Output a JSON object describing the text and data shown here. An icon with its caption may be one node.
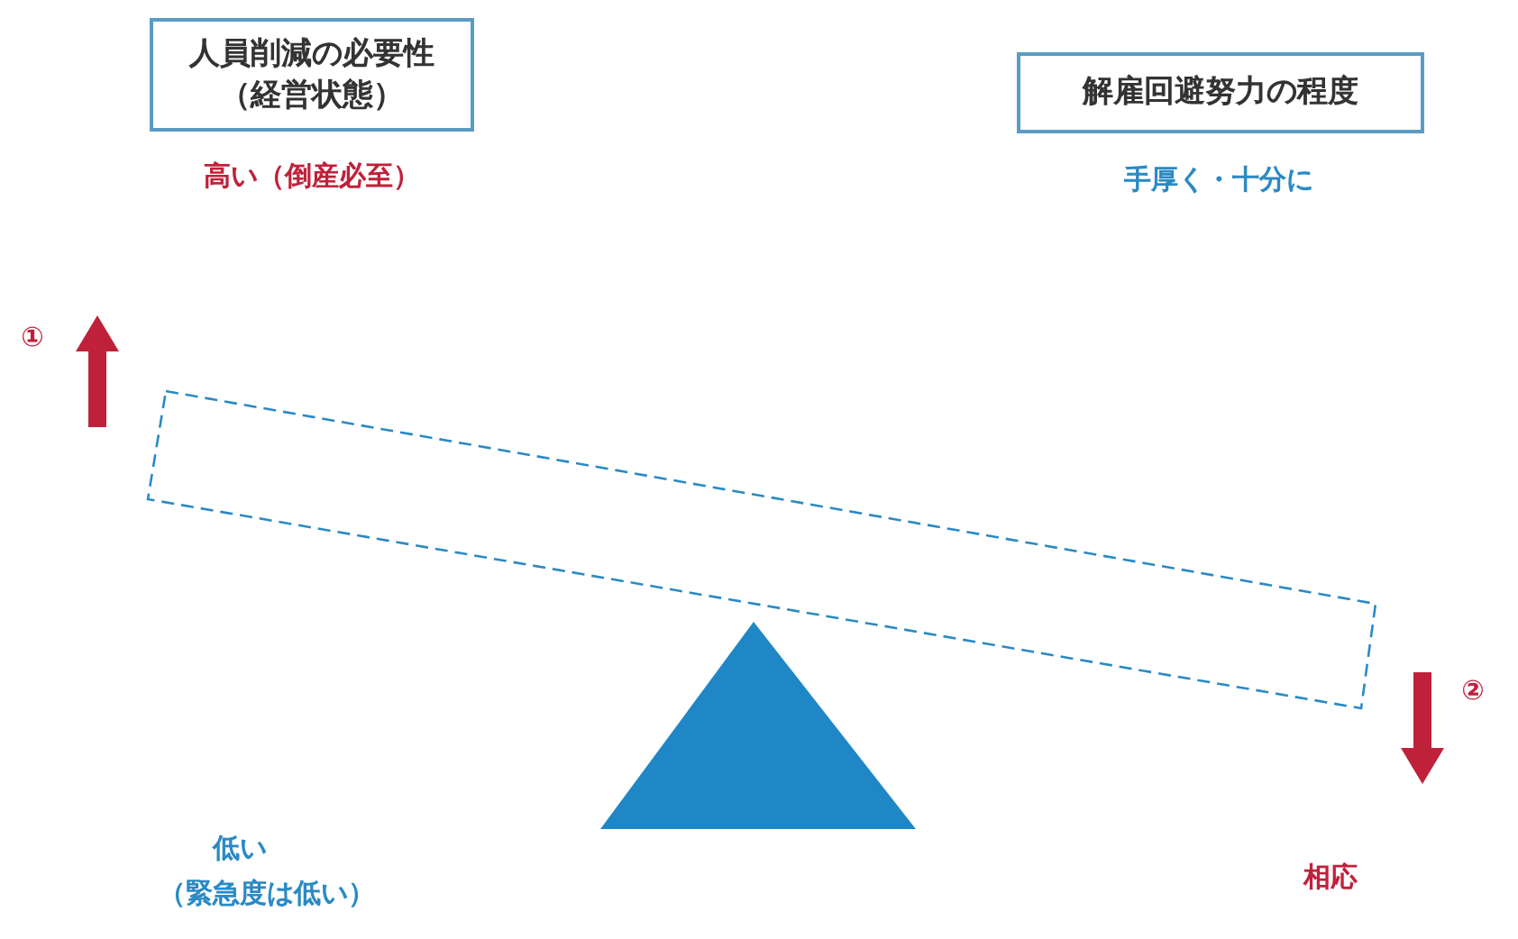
{
  "diagram": {
    "nodes": [
      {
        "text": [
          "人員削減の必要性（経営状態）"
        ]
      },
      {
        "text": [
          "解雇回避努力の程度"
        ]
      }
    ],
    "labels": [
      "高い（倒産必至）",
      "手厚く・十分に",
      "①",
      "②",
      "低い",
      "（緊急度は低い）",
      "相応"
    ]
  }
}
